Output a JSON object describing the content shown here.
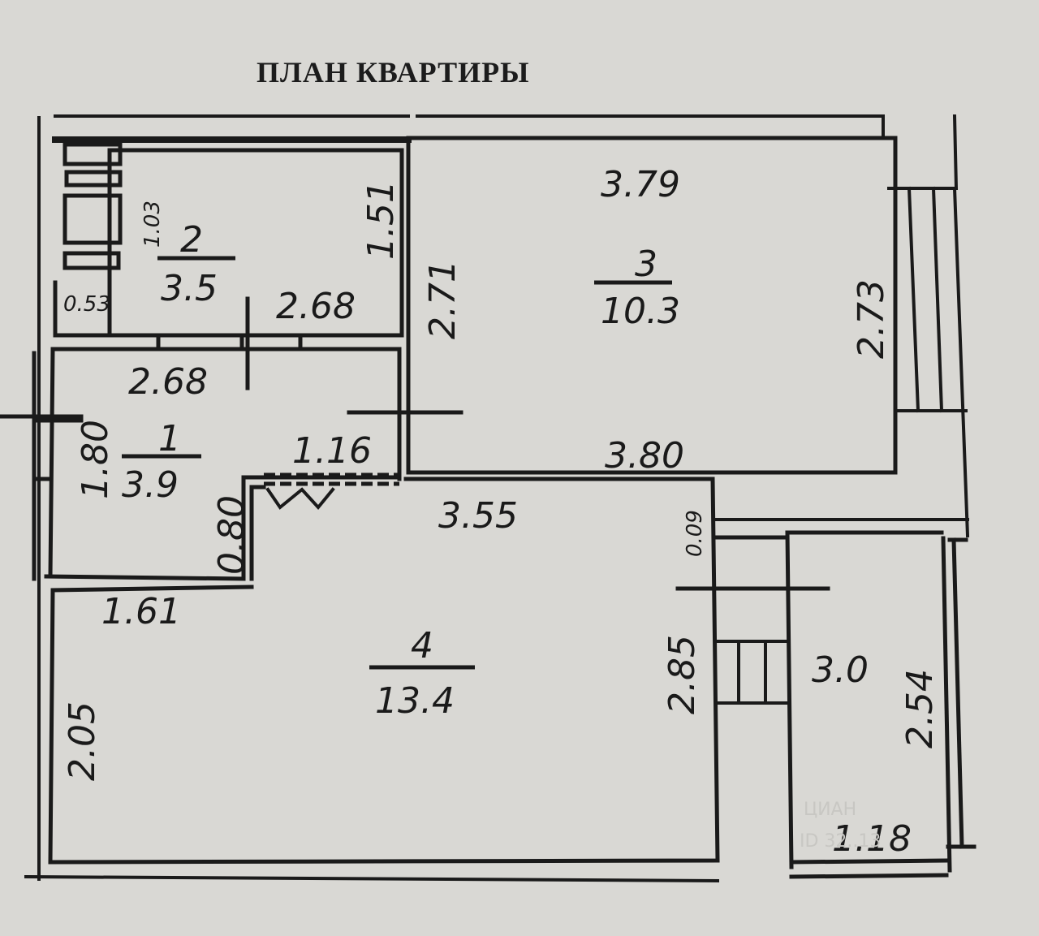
{
  "title": "ПЛАН КВАРТИРЫ",
  "colors": {
    "paper": "#d9d8d4",
    "ink": "#1a1a1a"
  },
  "rooms": [
    {
      "number": "1",
      "area": "3.9"
    },
    {
      "number": "2",
      "area": "3.5"
    },
    {
      "number": "3",
      "area": "10.3"
    },
    {
      "number": "4",
      "area": "13.4"
    },
    {
      "number": "",
      "area": "3.0"
    }
  ],
  "dimensions": {
    "r2_left_top": "1.03",
    "r2_right": "1.51",
    "r2_bottom": "2.68",
    "r2_niche": "0.53",
    "r1_top": "2.68",
    "r1_left": "1.80",
    "r1_step": "0.80",
    "r1_door": "1.16",
    "r3_top": "3.79",
    "r3_left": "2.71",
    "r3_right": "2.73",
    "r3_bottom": "3.80",
    "r4_top": "3.55",
    "r4_topleft": "1.61",
    "r4_left": "2.05",
    "r4_right": "2.85",
    "r4_corner": "0.09",
    "balcony_side": "2.54",
    "balcony_bottom": "1.18"
  },
  "watermark": {
    "brand": "ЦИАН",
    "id": "ID 32..13"
  }
}
